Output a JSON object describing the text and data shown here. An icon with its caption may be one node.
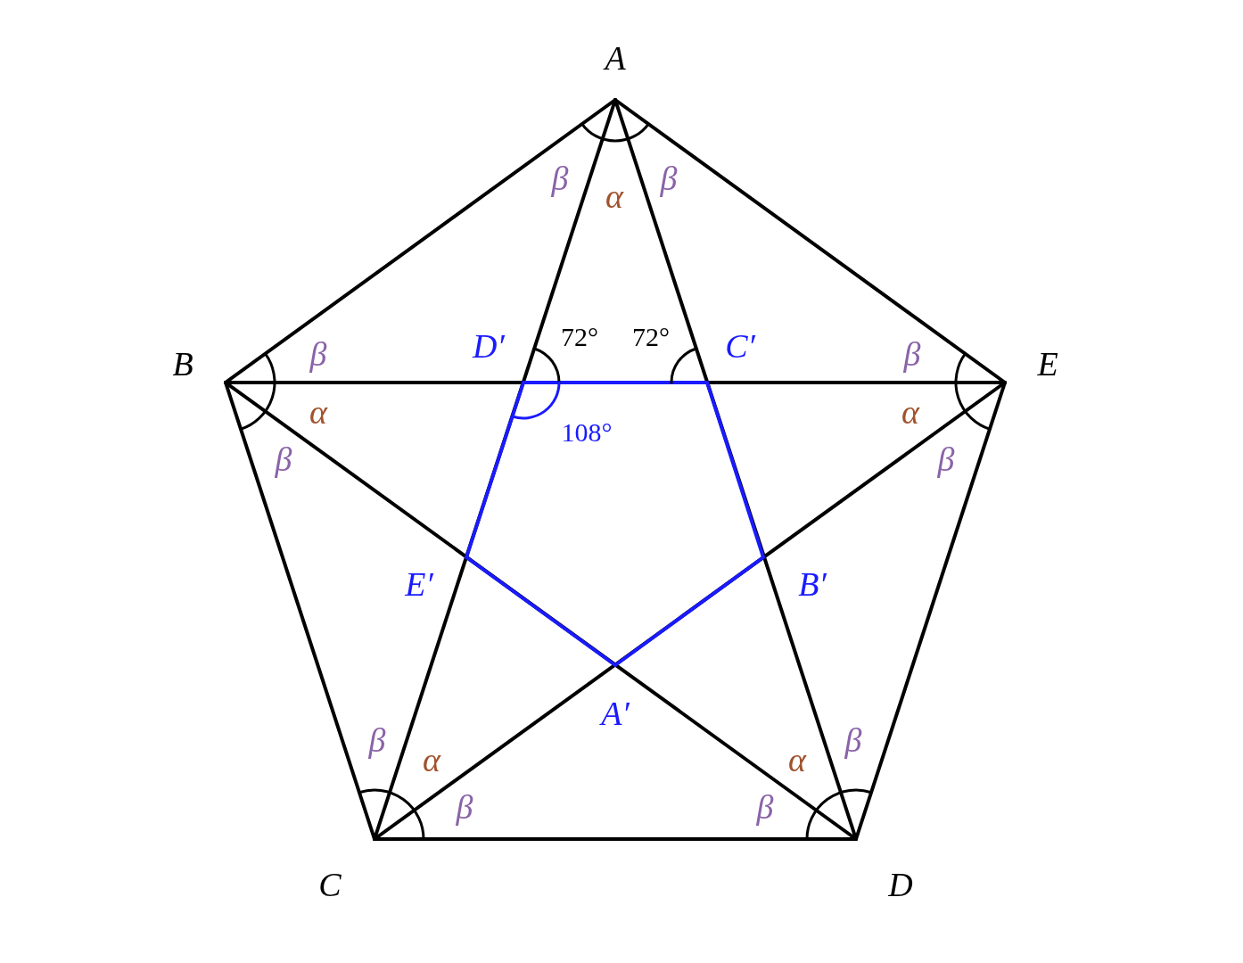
{
  "diagram": {
    "labels": [
      "A",
      "β",
      "α",
      "β",
      "B",
      "β",
      "D′",
      "72°",
      "72°",
      "C′",
      "β",
      "E",
      "α",
      "α",
      "108°",
      "β",
      "β",
      "E′",
      "B′",
      "A′",
      "β",
      "β",
      "α",
      "α",
      "β",
      "β",
      "C",
      "D"
    ]
  }
}
